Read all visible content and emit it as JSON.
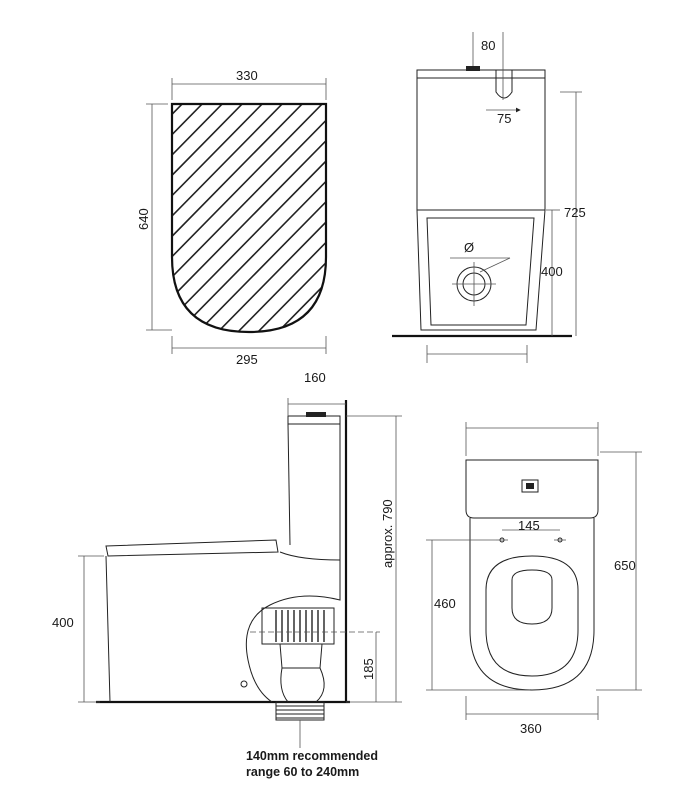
{
  "dimensions": {
    "seat_width": "330",
    "seat_length": "640",
    "seat_rear_width": "295",
    "flush_offset": "80",
    "flush_button": "75",
    "total_height_front": "725",
    "outlet_height_front": "400",
    "wall_offset": "160",
    "total_height_side": "approx. 790",
    "seat_height": "400",
    "outlet_height_side": "185",
    "fixing_spacing": "145",
    "bowl_depth": "460",
    "total_depth": "650",
    "base_width": "360",
    "diameter_symbol": "Ø"
  },
  "notes": {
    "outlet_line1": "140mm recommended",
    "outlet_line2": "range 60 to 240mm"
  }
}
